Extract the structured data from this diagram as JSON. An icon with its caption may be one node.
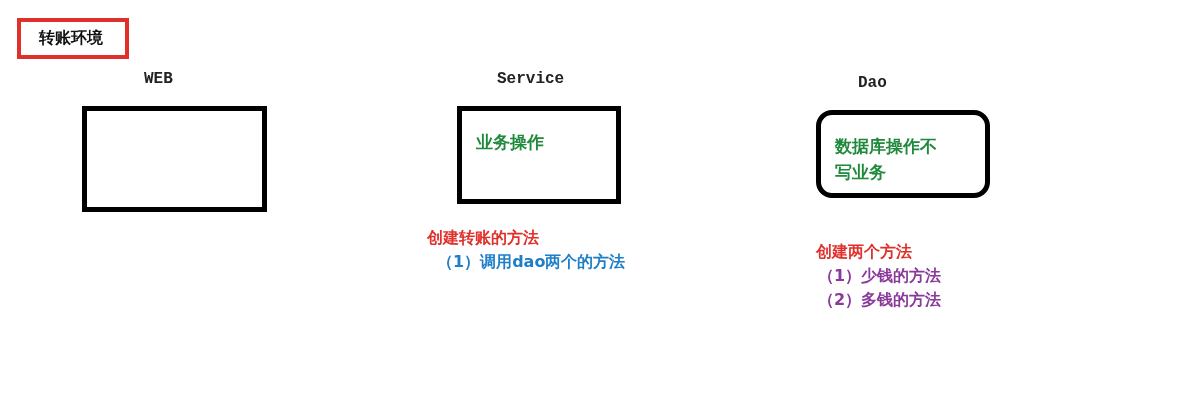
{
  "diagram": {
    "title": "转账环境",
    "nodes": [
      {
        "text": [
          "WEB"
        ]
      },
      {
        "text": [
          "Service",
          "业务操作"
        ],
        "beside": [
          "创建转账的方法",
          "（1）调用dao两个的方法"
        ]
      },
      {
        "text": [
          "Dao",
          "数据库操作不写业务"
        ],
        "beside": [
          "创建两个方法",
          "（1）少钱的方法",
          "（2）多钱的方法"
        ]
      }
    ],
    "edges": []
  }
}
